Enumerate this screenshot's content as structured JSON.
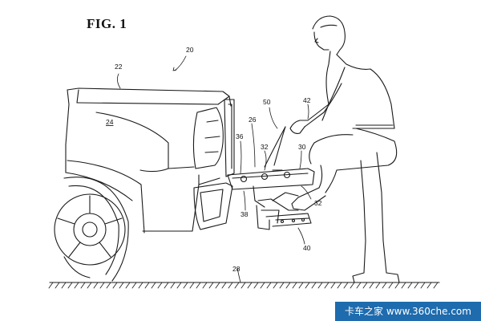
{
  "figure": {
    "title": "FIG. 1"
  },
  "labels": {
    "r20": "20",
    "r22": "22",
    "r24": "24",
    "r26": "26",
    "r28": "28",
    "r30": "30",
    "r32a": "32",
    "r32b": "32",
    "r36": "36",
    "r38": "38",
    "r40": "40",
    "r42": "42",
    "r50": "50"
  },
  "watermark": {
    "text": "卡车之家 www.360che.com"
  }
}
